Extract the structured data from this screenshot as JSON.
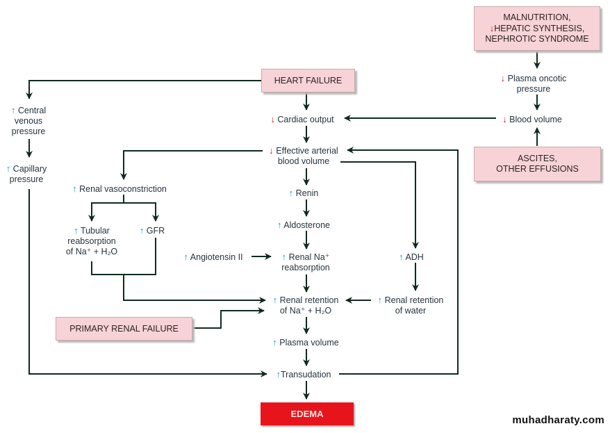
{
  "colors": {
    "arrow": "#0f2a1d",
    "box_fill": "#f7d3d7",
    "edema_fill": "#e8141c",
    "increase": "#1a9bb6",
    "decrease": "#e0161e",
    "text": "#26333f"
  },
  "boxes": {
    "heart_failure": "HEART FAILURE",
    "malnutrition_line1": "MALNUTRITION,",
    "malnutrition_line2": "HEPATIC SYNTHESIS,",
    "malnutrition_line3": "NEPHROTIC SYNDROME",
    "ascites_line1": "ASCITES,",
    "ascites_line2": "OTHER EFFUSIONS",
    "primary_renal_failure": "PRIMARY RENAL FAILURE",
    "edema": "EDEMA"
  },
  "nodes": {
    "central_venous_pressure": [
      "Central",
      "venous",
      "pressure"
    ],
    "capillary_pressure": [
      "Capillary",
      "pressure"
    ],
    "cardiac_output": "Cardiac output",
    "effective_arterial_blood_volume": [
      "Effective arterial",
      "blood volume"
    ],
    "renal_vasoconstriction": "Renal vasoconstriction",
    "tubular_reabsorption": [
      "Tubular",
      "reabsorption",
      "of Na⁺ + H₂O"
    ],
    "gfr": "GFR",
    "renin": "Renin",
    "aldosterone": "Aldosterone",
    "angiotensin_ii": "Angiotensin II",
    "renal_na_reabsorption": [
      "Renal Na⁺",
      "reabsorption"
    ],
    "adh": "ADH",
    "renal_retention_na_h2o": [
      "Renal retention",
      "of Na⁺ + H₂O"
    ],
    "renal_retention_water": [
      "Renal retention",
      "of water"
    ],
    "plasma_volume": "Plasma volume",
    "transudation": "Transudation",
    "plasma_oncotic_pressure": [
      "Plasma oncotic",
      "pressure"
    ],
    "blood_volume": "Blood volume"
  },
  "indicators": {
    "increase_icon": "↑",
    "decrease_icon": "↓"
  },
  "watermark": "muhadharaty.com"
}
